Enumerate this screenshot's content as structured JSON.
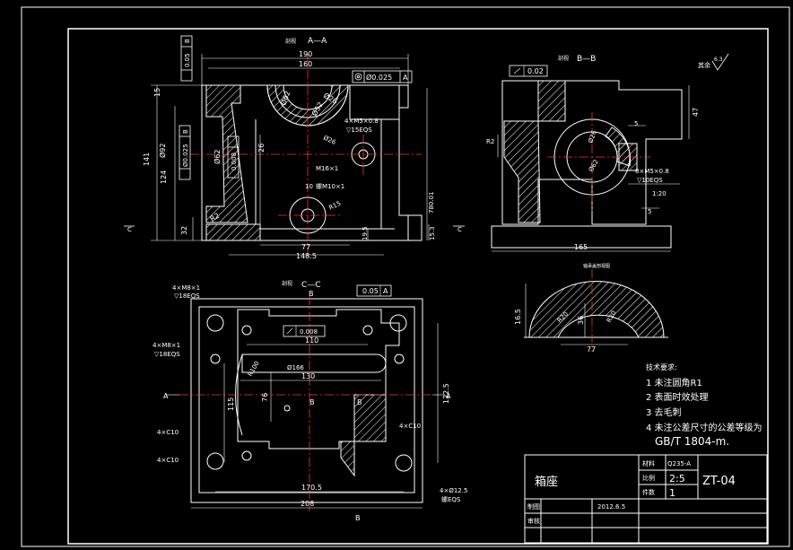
{
  "views": {
    "aa_title": "A—A",
    "bb_title": "B—B",
    "cc_title": "C—C",
    "section_prefix": "剖视"
  },
  "aa": {
    "dims": {
      "w190": "190",
      "w160": "160",
      "d62": "Ø62",
      "d52": "Ø52",
      "d26": "Ø26",
      "h141": "141",
      "h124": "124",
      "h92": "Ø92",
      "h62": "Ø62",
      "h26": "26",
      "h15": "15",
      "h32": "32",
      "r2": "R2",
      "w77": "77",
      "w1485": "148.5",
      "h195": "19.5",
      "h153": "15.3",
      "h780": "780.01",
      "h10": "10",
      "r15": "R15",
      "m16": "M16×1",
      "m10": "螺M10×1",
      "thread1": "4×M5×0.8",
      "thread1b": "▽15EQS"
    },
    "tol_frame_pos": "Ø0.025",
    "tol_frame_pos_ref": "A",
    "tol_flat": "0.05",
    "tol_flat_ref": "B",
    "tol_025": "Ø0.025",
    "tol_025_ref": "B",
    "tol_008": "0.008"
  },
  "bb": {
    "flat": "0.02",
    "d26": "Ø26",
    "d62": "Ø62",
    "r2": "R2",
    "h47": "47",
    "w165": "165",
    "thread": "8×M5×0.8",
    "thread_b": "▽10EQS",
    "ratio": "1:20",
    "h5": "5",
    "h5b": "5",
    "rough_label": "其余",
    "rough_value": "6.3"
  },
  "cc": {
    "tol_frame": "0.05",
    "tol_frame_ref": "A",
    "m8_a": "4×M8×1",
    "m8_a_b": "▽18EQS",
    "m8_b": "4×M8×1",
    "m8_b_b": "▽18EQS",
    "flat": "0.008",
    "w110": "110",
    "w130": "130",
    "d166": "Ø166",
    "r100": "R100",
    "h76": "76",
    "h115": "115",
    "h1225": "122.5",
    "c10a": "4×C10",
    "c10b": "4×C10",
    "c10c": "4×C10",
    "w1705": "170.5",
    "w208": "208",
    "hole": "4×Ø12.5",
    "hole_b": "螺EQS",
    "lbl_a_left": "A",
    "lbl_a_right": "A",
    "lbl_b_top": "B",
    "lbl_b_bottom": "B",
    "lbl_b_mid1": "B",
    "lbl_b_mid2": "B",
    "lbl_c_left": "C",
    "lbl_c_right": "C"
  },
  "detail": {
    "title": "轴承盖剖视图",
    "h165": "16.5",
    "h36": "36",
    "r20a": "R20",
    "r20b": "R20",
    "w77": "77"
  },
  "notes": {
    "heading": "技术要求:",
    "n1": "1 未注圆角R1",
    "n2": "2 表面时效处理",
    "n3": "3 去毛刺",
    "n4": "4 未注公差尺寸的公差等级为",
    "n5": "GB/T 1804-m."
  },
  "title_block": {
    "part_name": "箱座",
    "material_label": "材料",
    "material": "Q235-A",
    "scale_label": "比例",
    "scale": "2:5",
    "qty_label": "件数",
    "qty": "1",
    "drawing_no": "ZT-04",
    "designer_label": "制图",
    "date": "2012.6.5",
    "checker_label": "审核"
  },
  "colors": {
    "background": "#000000",
    "outline": "#ffffff",
    "centerline": "#ff3333",
    "hatch": "#ffffff"
  }
}
